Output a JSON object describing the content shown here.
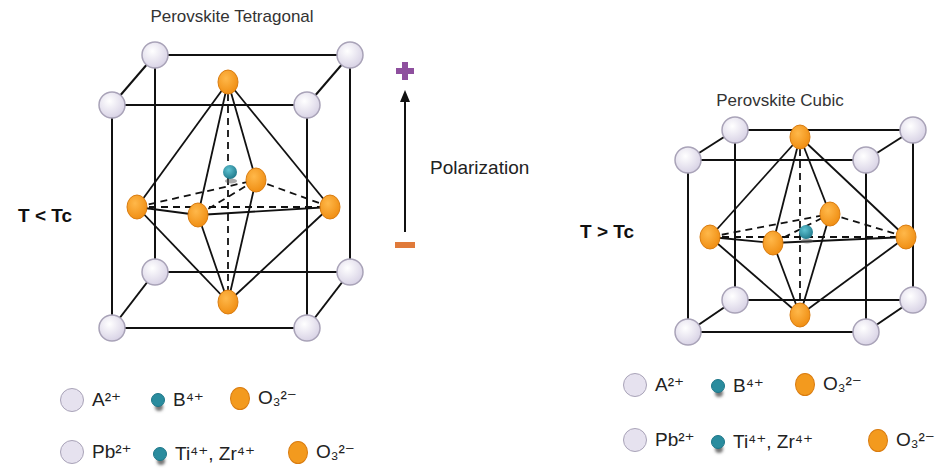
{
  "diagram": {
    "labels": [
      "Perovskite Tetragonal",
      "T < Tc",
      "Polarization",
      "Perovskite Cubic",
      "T > Tc"
    ],
    "legend": [
      {
        "text": "A²⁺",
        "color": "#e6e2ef"
      },
      {
        "text": "B⁴⁺",
        "color": "#2a8c9e"
      },
      {
        "text": "O₃²⁻",
        "color": "#f39a1e"
      },
      {
        "text": "Pb²⁺",
        "color": "#e6e2ef"
      },
      {
        "text": "Ti⁴⁺, Zr⁴⁺",
        "color": "#2a8c9e"
      },
      {
        "text": "O₃²⁻",
        "color": "#f39a1e"
      },
      {
        "text": "A²⁺",
        "color": "#e6e2ef"
      },
      {
        "text": "B⁴⁺",
        "color": "#2a8c9e"
      },
      {
        "text": "O₃²⁻",
        "color": "#f39a1e"
      },
      {
        "text": "Pb²⁺",
        "color": "#e6e2ef"
      },
      {
        "text": "Ti⁴⁺, Zr⁴⁺",
        "color": "#2a8c9e"
      },
      {
        "text": "O₃²⁻",
        "color": "#f39a1e"
      }
    ]
  }
}
